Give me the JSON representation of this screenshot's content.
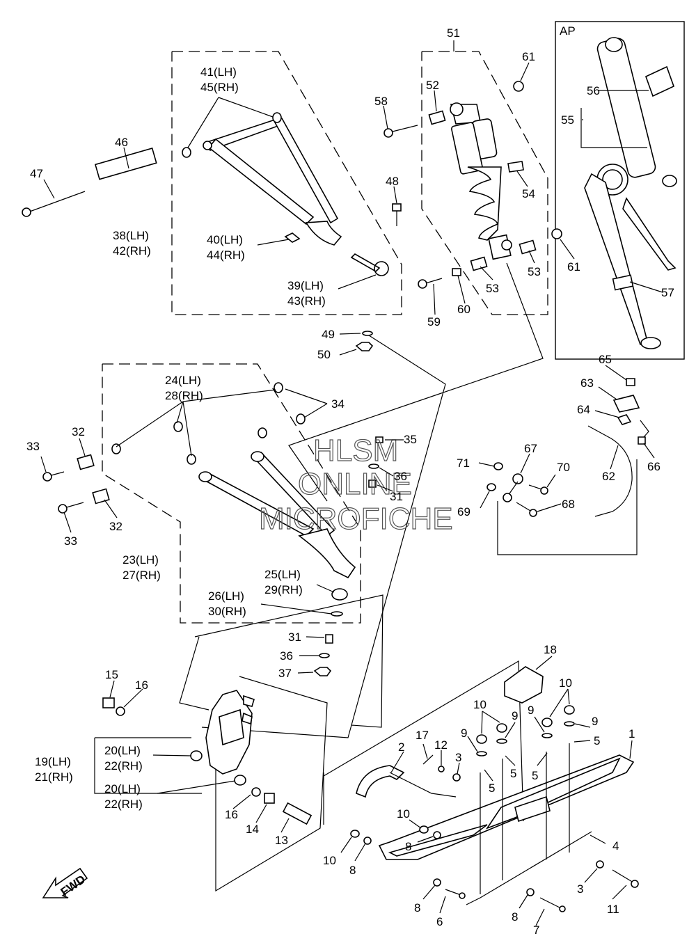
{
  "watermark": {
    "line1": "HLSM",
    "line2": "ONLINE",
    "line3": "MICROFICHE"
  },
  "box_label": "AP",
  "fwd_label": "FWD",
  "callouts": {
    "c1": "1",
    "c2": "2",
    "c3a": "3",
    "c3b": "3",
    "c4": "4",
    "c5a": "5",
    "c5b": "5",
    "c5c": "5",
    "c5d": "5",
    "c6": "6",
    "c7": "7",
    "c8a": "8",
    "c8b": "8",
    "c8c": "8",
    "c8d": "8",
    "c9a": "9",
    "c9b": "9",
    "c9c": "9",
    "c9d": "9",
    "c10a": "10",
    "c10b": "10",
    "c10c": "10",
    "c10d": "10",
    "c11": "11",
    "c12": "12",
    "c13": "13",
    "c14": "14",
    "c15": "15",
    "c16a": "16",
    "c16b": "16",
    "c17": "17",
    "c18": "18",
    "c19": "19(LH)",
    "c21": "21(RH)",
    "c20a": "20(LH)",
    "c22a": "22(RH)",
    "c20b": "20(LH)",
    "c22b": "22(RH)",
    "c23": "23(LH)",
    "c27": "27(RH)",
    "c24": "24(LH)",
    "c28": "28(RH)",
    "c25": "25(LH)",
    "c29": "29(RH)",
    "c26": "26(LH)",
    "c30": "30(RH)",
    "c31a": "31",
    "c31b": "31",
    "c32a": "32",
    "c32b": "32",
    "c33a": "33",
    "c33b": "33",
    "c34": "34",
    "c35": "35",
    "c36a": "36",
    "c36b": "36",
    "c37": "37",
    "c38": "38(LH)",
    "c42": "42(RH)",
    "c39": "39(LH)",
    "c43": "43(RH)",
    "c40": "40(LH)",
    "c44": "44(RH)",
    "c41": "41(LH)",
    "c45": "45(RH)",
    "c46": "46",
    "c47": "47",
    "c48": "48",
    "c49": "49",
    "c50": "50",
    "c51": "51",
    "c52": "52",
    "c53a": "53",
    "c53b": "53",
    "c54": "54",
    "c55": "55",
    "c56": "56",
    "c57": "57",
    "c58": "58",
    "c59": "59",
    "c60": "60",
    "c61a": "61",
    "c61b": "61",
    "c62": "62",
    "c63": "63",
    "c64": "64",
    "c65": "65",
    "c66": "66",
    "c67": "67",
    "c68": "68",
    "c69": "69",
    "c70": "70",
    "c71": "71"
  }
}
